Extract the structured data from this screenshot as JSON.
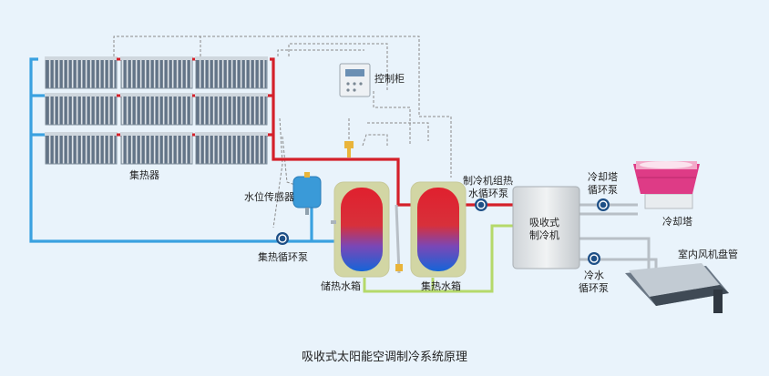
{
  "labels": {
    "control_cabinet": "控制柜",
    "collector": "集热器",
    "water_level_sensor": "水位传感器",
    "collector_pump": "集热循环泵",
    "storage_tank": "储热水箱",
    "collector_tank": "集热水箱",
    "chiller_pump_line1": "制冷机组热",
    "chiller_pump_line2": "水循环泵",
    "absorption_chiller_line1": "吸收式",
    "absorption_chiller_line2": "制冷机",
    "cooling_tower_pump_line1": "冷却塔",
    "cooling_tower_pump_line2": "循环泵",
    "cooling_tower": "冷却塔",
    "chilled_pump_line1": "冷水",
    "chilled_pump_line2": "循环泵",
    "fan_coil": "室内风机盘管"
  },
  "caption": "吸收式太阳能空调制冷系统原理",
  "colors": {
    "background": "#e9f3fb",
    "hot_pipe": "#d4202a",
    "cold_pipe": "#3aa1e0",
    "return_pipe": "#b5d96a",
    "tank_hot": "#e0202e",
    "tank_cold": "#1565d8",
    "signal_line": "#888888"
  }
}
